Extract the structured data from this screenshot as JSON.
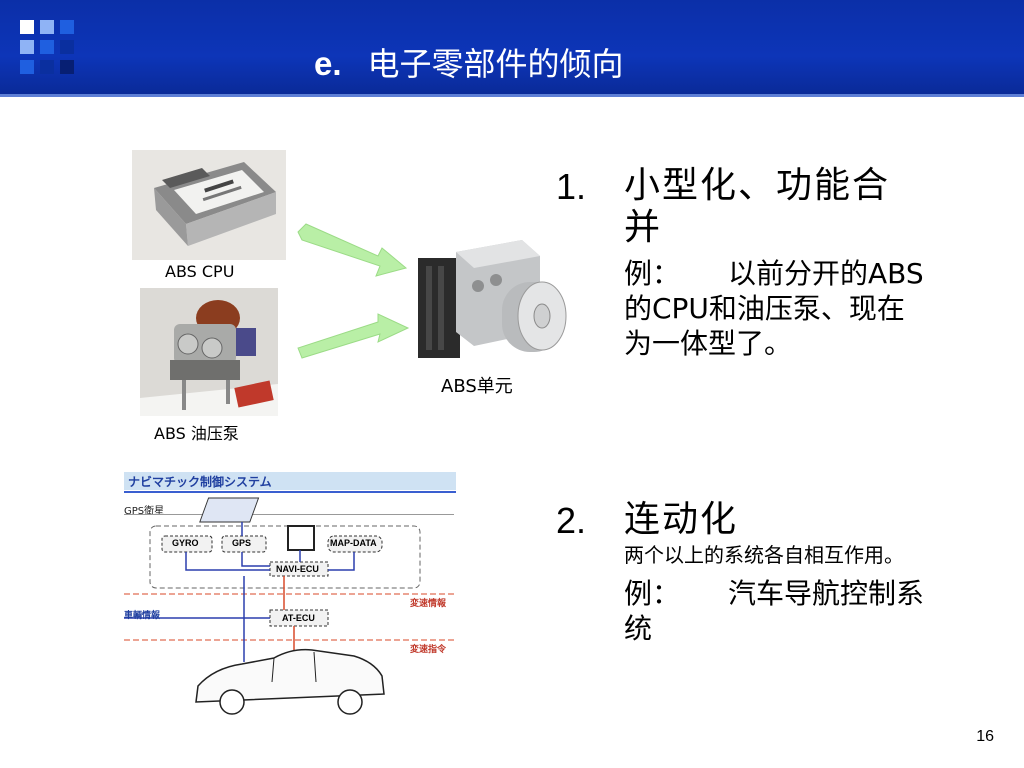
{
  "slide": {
    "title_letter": "e.",
    "title_text": "电子零部件的倾向",
    "page_number": "16"
  },
  "figures": {
    "abs_cpu_caption": "ABS CPU",
    "abs_pump_caption": "ABS 油压泵",
    "abs_unit_caption": "ABS单元",
    "nav_diagram": {
      "title": "ナビマチック制御システム",
      "gps_sat": "GPS衛星",
      "gyro": "GYRO",
      "gps": "GPS",
      "map_data": "MAP-DATA",
      "nav_ecu": "NAVI-ECU",
      "shift_info": "変速情報",
      "vehicle_info": "車輌情報",
      "at_ecu": "AT-ECU",
      "shift_cmd": "変速指令"
    }
  },
  "points": [
    {
      "number": "1.",
      "heading_line1": "小型化、功能合",
      "heading_line2": "并",
      "example_label": "例：",
      "example_line1_rest": "以前分开的ABS",
      "example_line2": "的CPU和油压泵、现在",
      "example_line3": "为一体型了。"
    },
    {
      "number": "2.",
      "heading": "连动化",
      "desc": "两个以上的系统各自相互作用。",
      "example_label": "例：",
      "example_line1_rest": "汽车导航控制系",
      "example_line2": "统"
    }
  ],
  "colors": {
    "header_blue": "#0d35b8",
    "arrow_green": "#b9efa6",
    "diagram_red": "#d94a2a",
    "diagram_blue": "#2b3fae"
  }
}
